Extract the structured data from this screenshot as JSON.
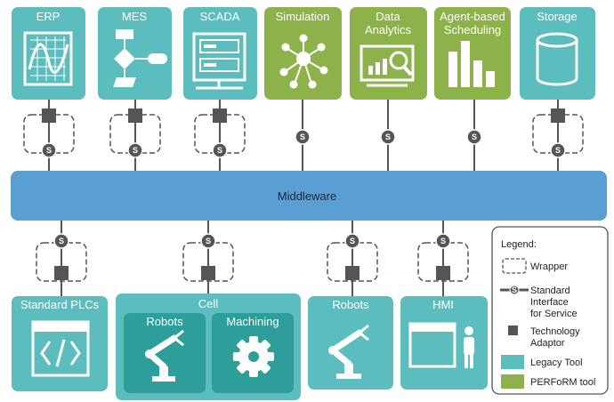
{
  "colors": {
    "legacy": "#5bbdbd",
    "legacy_dark": "#2e9e9a",
    "perform": "#8db24a",
    "middleware": "#5a9fd4",
    "connector": "#555555"
  },
  "top_tools": [
    {
      "label": "ERP",
      "kind": "legacy",
      "icon": "chart-icon",
      "wrapped": true
    },
    {
      "label": "MES",
      "kind": "legacy",
      "icon": "flowchart-icon",
      "wrapped": true
    },
    {
      "label": "SCADA",
      "kind": "legacy",
      "icon": "server-icon",
      "wrapped": true
    },
    {
      "label": "Simulation",
      "kind": "perform",
      "icon": "network-icon",
      "wrapped": false
    },
    {
      "label": "Data Analytics",
      "label_lines": [
        "Data",
        "Analytics"
      ],
      "kind": "perform",
      "icon": "analytics-icon",
      "wrapped": false
    },
    {
      "label": "Agent-based Scheduling",
      "label_lines": [
        "Agent-based",
        "Scheduling"
      ],
      "kind": "perform",
      "icon": "bar-chart-icon",
      "wrapped": false
    },
    {
      "label": "Storage",
      "kind": "legacy",
      "icon": "database-icon",
      "wrapped": true
    }
  ],
  "middleware": {
    "label": "Middleware"
  },
  "bottom_tools": {
    "plcs": {
      "label": "Standard PLCs",
      "icon": "code-window-icon"
    },
    "cell": {
      "label": "Cell",
      "robots": "Robots",
      "machining": "Machining"
    },
    "robots": {
      "label": "Robots"
    },
    "hmi": {
      "label": "HMI"
    }
  },
  "service_symbol": "S",
  "legend": {
    "title": "Legend:",
    "wrapper": "Wrapper",
    "service_lines": [
      "Standard",
      "Interface",
      "for Service"
    ],
    "adaptor_lines": [
      "Technology",
      "Adaptor"
    ],
    "legacy": "Legacy Tool",
    "perform": "PERFoRM tool"
  }
}
